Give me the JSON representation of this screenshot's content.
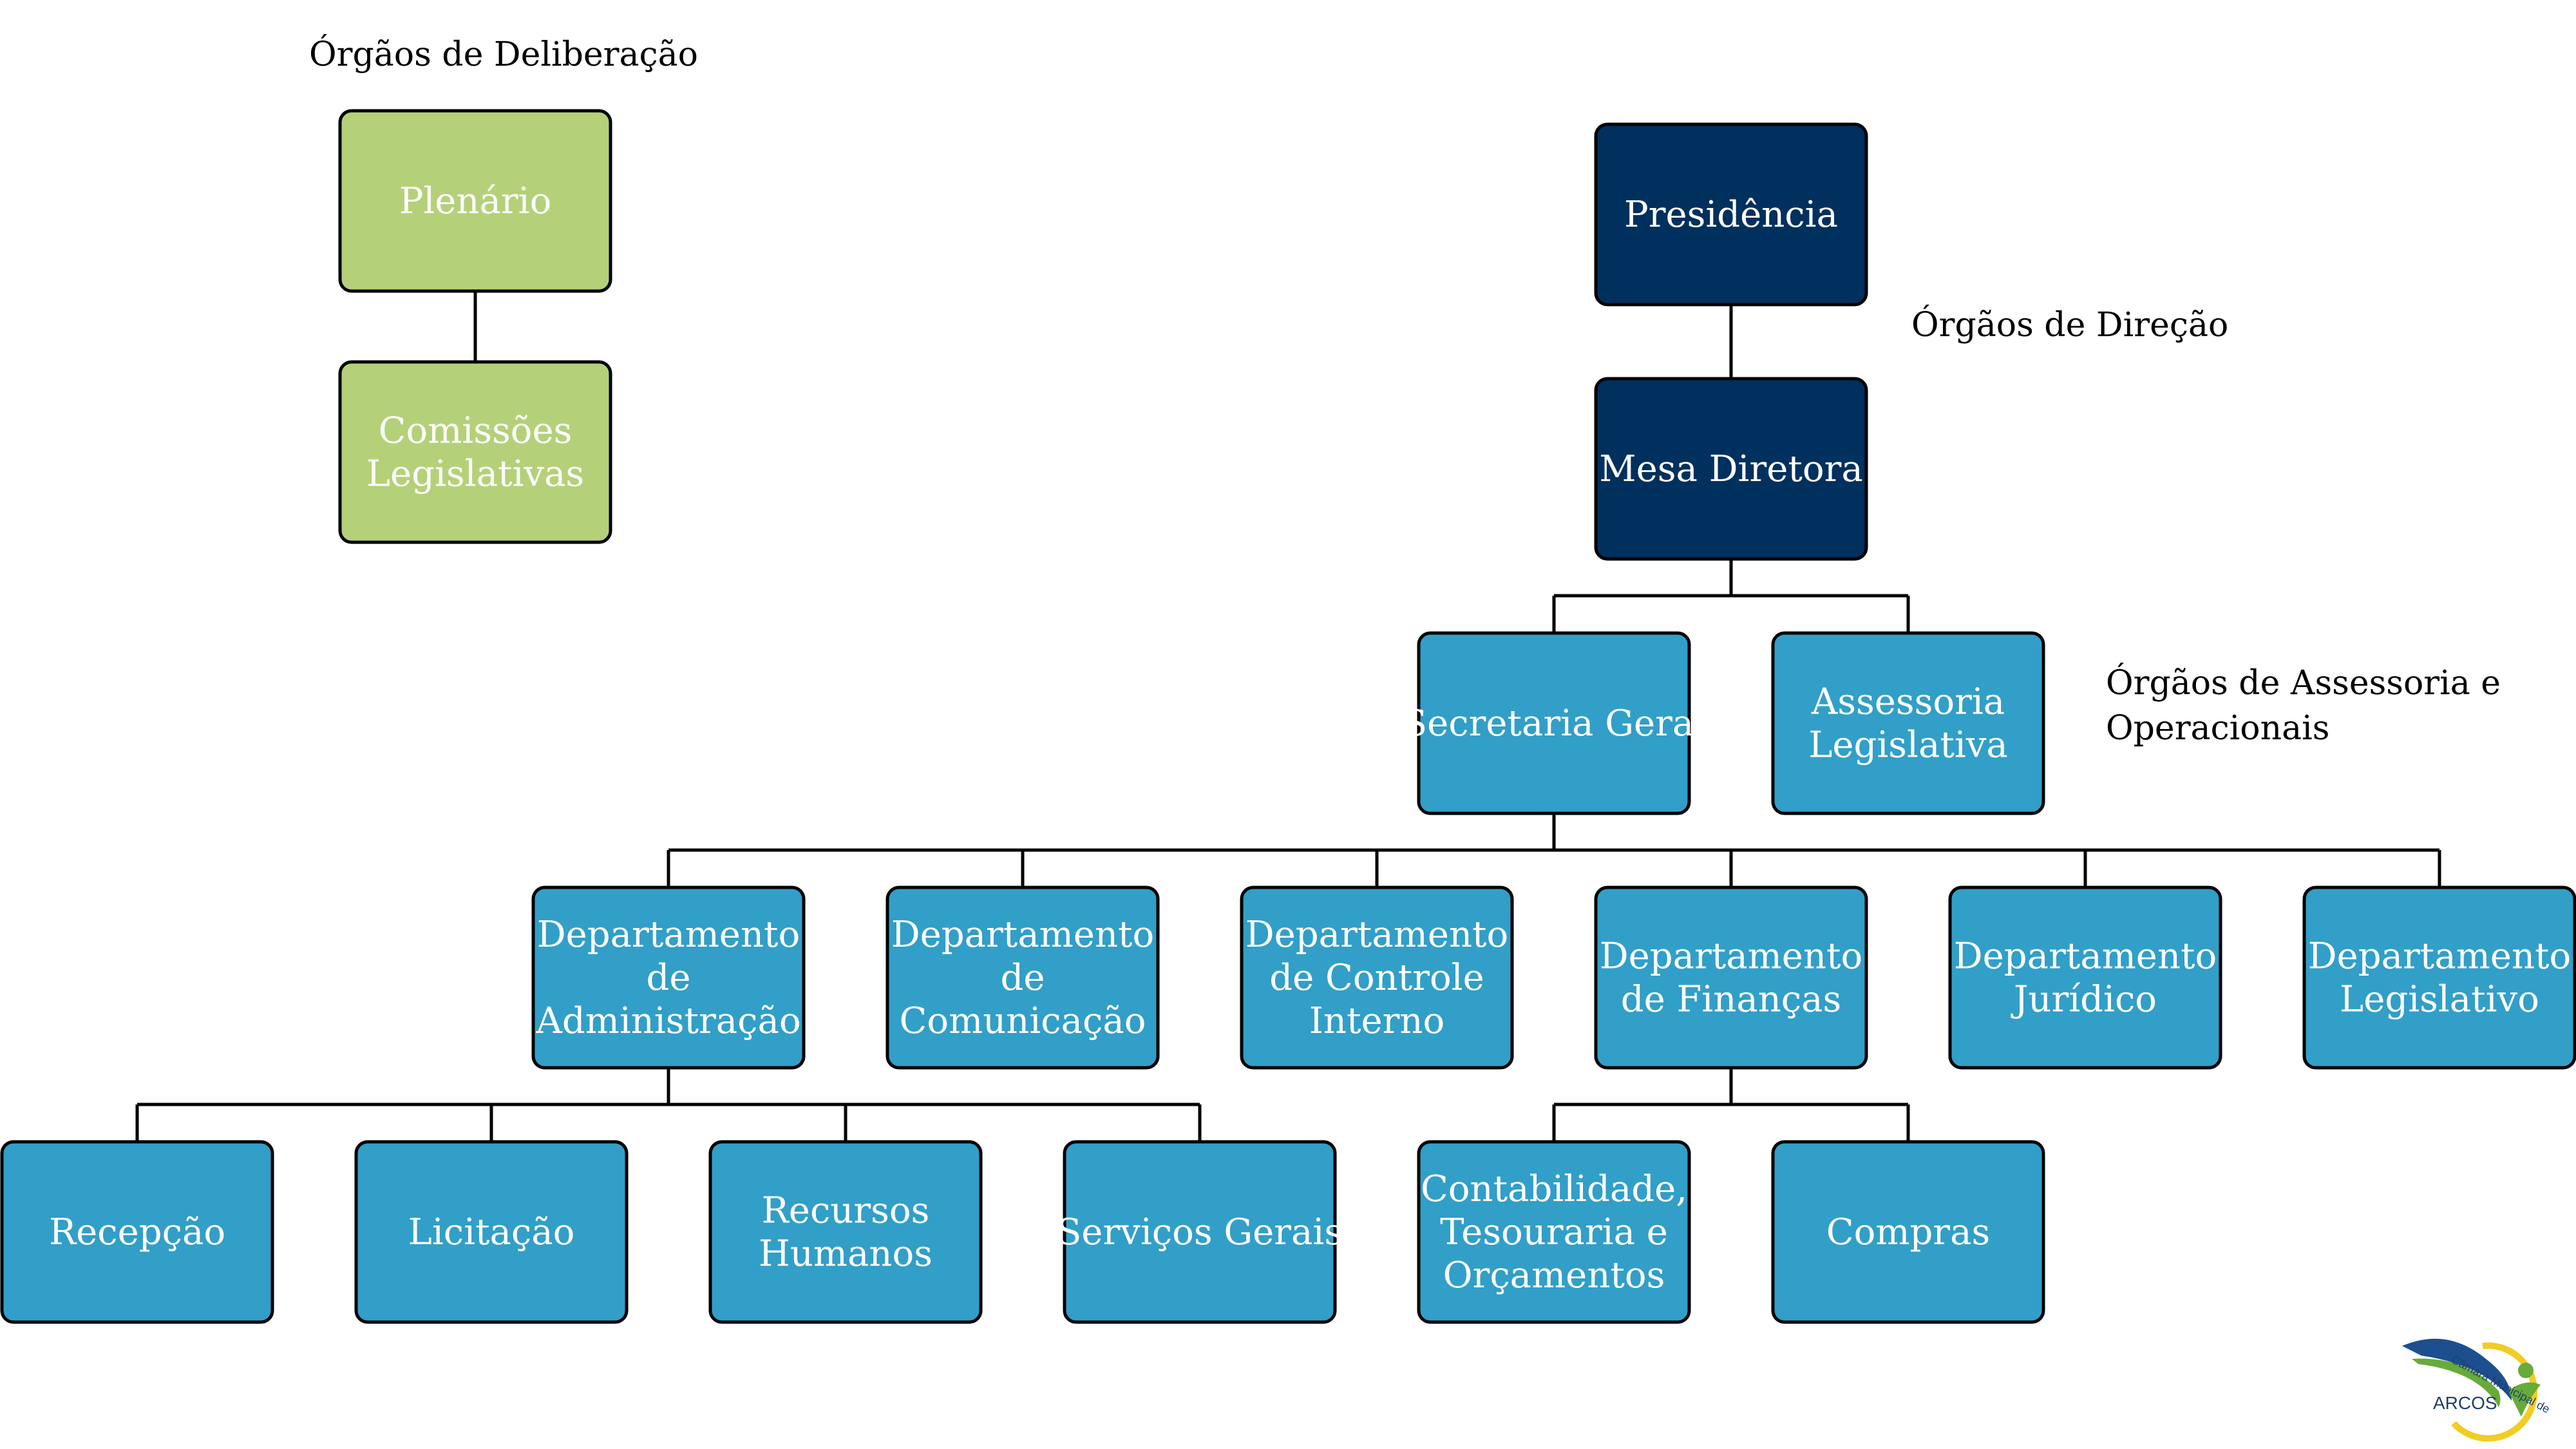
{
  "labels": {
    "deliberacao": "Órgãos de Deliberação",
    "direcao": "Órgãos de Direção",
    "assessoria": [
      "Órgãos de Assessoria e",
      "Operacionais"
    ]
  },
  "colors": {
    "deliberacao": "#b4d179",
    "direcao": "#00305e",
    "operacional": "#319fc8",
    "border": "#000000",
    "line": "#000000"
  },
  "nodes": [
    {
      "id": "plenario",
      "lines": [
        "Plenário"
      ],
      "group": "deliberacao"
    },
    {
      "id": "comissoes",
      "lines": [
        "Comissões",
        "Legislativas"
      ],
      "group": "deliberacao"
    },
    {
      "id": "presidencia",
      "lines": [
        "Presidência"
      ],
      "group": "direcao"
    },
    {
      "id": "mesa",
      "lines": [
        "Mesa Diretora"
      ],
      "group": "direcao"
    },
    {
      "id": "secretaria",
      "lines": [
        "Secretaria Geral"
      ],
      "group": "operacional"
    },
    {
      "id": "assessoria",
      "lines": [
        "Assessoria",
        "Legislativa"
      ],
      "group": "operacional"
    },
    {
      "id": "dep-adm",
      "lines": [
        "Departamento",
        "de",
        "Administração"
      ],
      "group": "operacional"
    },
    {
      "id": "dep-com",
      "lines": [
        "Departamento",
        "de",
        "Comunicação"
      ],
      "group": "operacional"
    },
    {
      "id": "dep-ci",
      "lines": [
        "Departamento",
        "de Controle",
        "Interno"
      ],
      "group": "operacional"
    },
    {
      "id": "dep-fin",
      "lines": [
        "Departamento",
        "de Finanças"
      ],
      "group": "operacional"
    },
    {
      "id": "dep-jur",
      "lines": [
        "Departamento",
        "Jurídico"
      ],
      "group": "operacional"
    },
    {
      "id": "dep-leg",
      "lines": [
        "Departamento",
        "Legislativo"
      ],
      "group": "operacional"
    },
    {
      "id": "recepcao",
      "lines": [
        "Recepção"
      ],
      "group": "operacional"
    },
    {
      "id": "licitacao",
      "lines": [
        "Licitação"
      ],
      "group": "operacional"
    },
    {
      "id": "rh",
      "lines": [
        "Recursos",
        "Humanos"
      ],
      "group": "operacional"
    },
    {
      "id": "servicos",
      "lines": [
        "Serviços Gerais"
      ],
      "group": "operacional"
    },
    {
      "id": "contabilidade",
      "lines": [
        "Contabilidade,",
        "Tesouraria e",
        "Orçamentos"
      ],
      "group": "operacional"
    },
    {
      "id": "compras",
      "lines": [
        "Compras"
      ],
      "group": "operacional"
    }
  ],
  "edges": [
    [
      "plenario",
      "comissoes"
    ],
    [
      "presidencia",
      "mesa"
    ],
    [
      "mesa",
      "secretaria"
    ],
    [
      "mesa",
      "assessoria"
    ],
    [
      "secretaria",
      "dep-adm"
    ],
    [
      "secretaria",
      "dep-com"
    ],
    [
      "secretaria",
      "dep-ci"
    ],
    [
      "secretaria",
      "dep-fin"
    ],
    [
      "secretaria",
      "dep-jur"
    ],
    [
      "secretaria",
      "dep-leg"
    ],
    [
      "dep-adm",
      "recepcao"
    ],
    [
      "dep-adm",
      "licitacao"
    ],
    [
      "dep-adm",
      "rh"
    ],
    [
      "dep-adm",
      "servicos"
    ],
    [
      "dep-fin",
      "contabilidade"
    ],
    [
      "dep-fin",
      "compras"
    ]
  ],
  "logo": {
    "name": "ARCOS",
    "arc_text": "Câmara Municipal de"
  }
}
